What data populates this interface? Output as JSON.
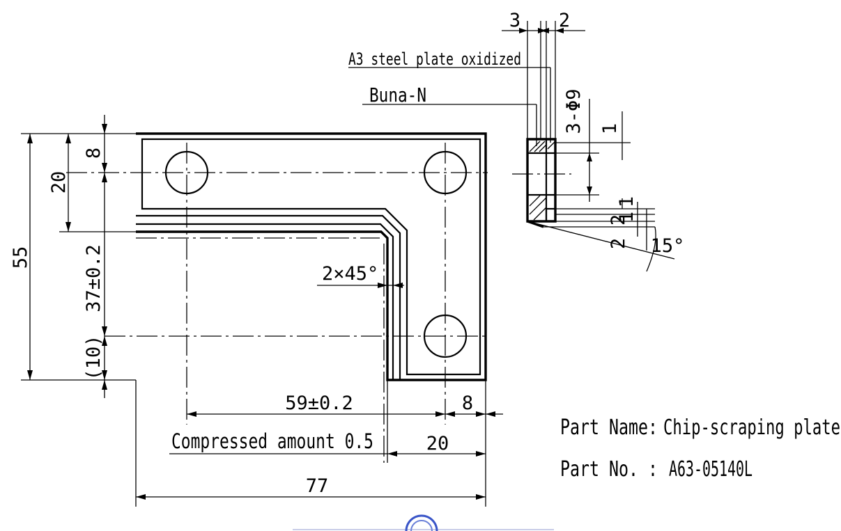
{
  "part_info": {
    "name_label": "Part Name:",
    "name_value": "Chip-scraping plate",
    "number_label": "Part No. :",
    "number_value": "A63-05140L"
  },
  "materials": {
    "plate": "A3 steel plate oxidized",
    "seal": "Buna-N"
  },
  "dimensions": {
    "overall_height": "55",
    "upper_height": "20",
    "hole_offset_top": "8",
    "hole_spacing_vertical": "37±0.2",
    "hole_offset_bottom": "(10)",
    "chamfer": "2×45°",
    "hole_spacing_horizontal": "59±0.2",
    "hole_offset_right": "8",
    "leg_width": "20",
    "overall_width": "77",
    "compressed_amount": "Compressed amount 0.5",
    "thickness_plate": "3",
    "thickness_seal": "2",
    "holes": "3-Φ9",
    "lip_1a": "1",
    "lip_1b": "1",
    "lip_2a": "2",
    "lip_1c": "1",
    "lip_2b": "2",
    "angle": "15°"
  },
  "colors": {
    "line": "#000000",
    "background": "#ffffff",
    "watermark": "#3a55c8"
  }
}
